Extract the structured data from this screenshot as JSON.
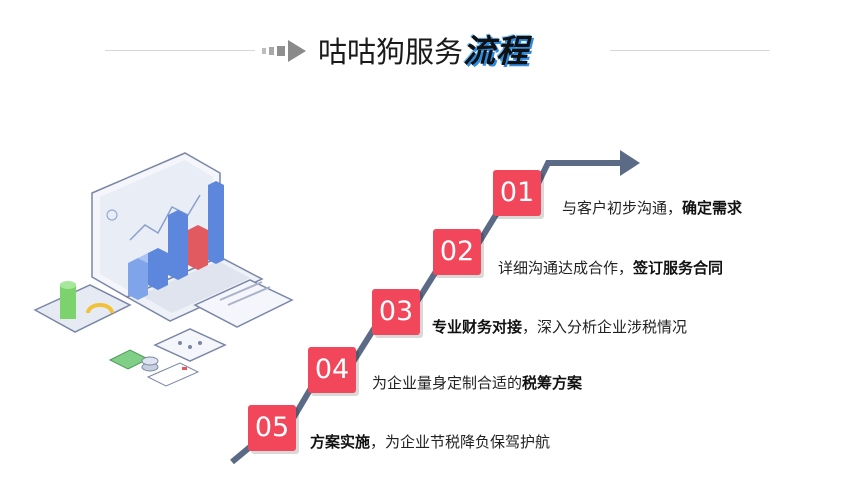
{
  "header": {
    "title_main": "咕咕狗服务",
    "title_emph": "流程"
  },
  "steps": [
    {
      "num": "01",
      "text": "与客户初步沟通，",
      "bold_after": "确定需求",
      "bold_before": ""
    },
    {
      "num": "02",
      "text": "详细沟通达成合作，",
      "bold_after": "签订服务合同",
      "bold_before": ""
    },
    {
      "num": "03",
      "text": "，深入分析企业涉税情况",
      "bold_after": "",
      "bold_before": "专业财务对接"
    },
    {
      "num": "04",
      "text": "为企业量身定制合适的",
      "bold_after": "税筹方案",
      "bold_before": ""
    },
    {
      "num": "05",
      "text": "，为企业节税降负保驾护航",
      "bold_after": "",
      "bold_before": "方案实施"
    }
  ],
  "colors": {
    "badge": "#f2465a",
    "stair": "#5b6b86",
    "accent_blue": "#2f8be0"
  }
}
